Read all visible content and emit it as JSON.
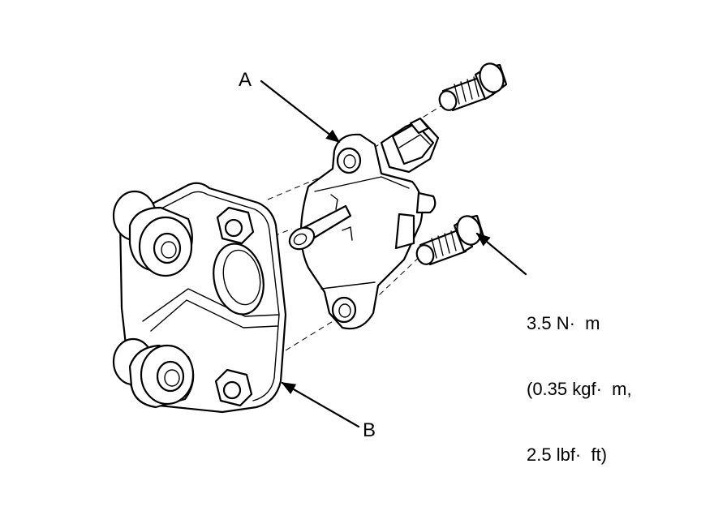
{
  "labels": {
    "part_a": "A",
    "part_b": "B"
  },
  "torque": {
    "line1": "3.5 N·  m",
    "line2": "(0.35 kgf·  m,",
    "line3": "2.5 lbf·  ft)"
  },
  "colors": {
    "ink": "#000000",
    "background": "#ffffff"
  }
}
